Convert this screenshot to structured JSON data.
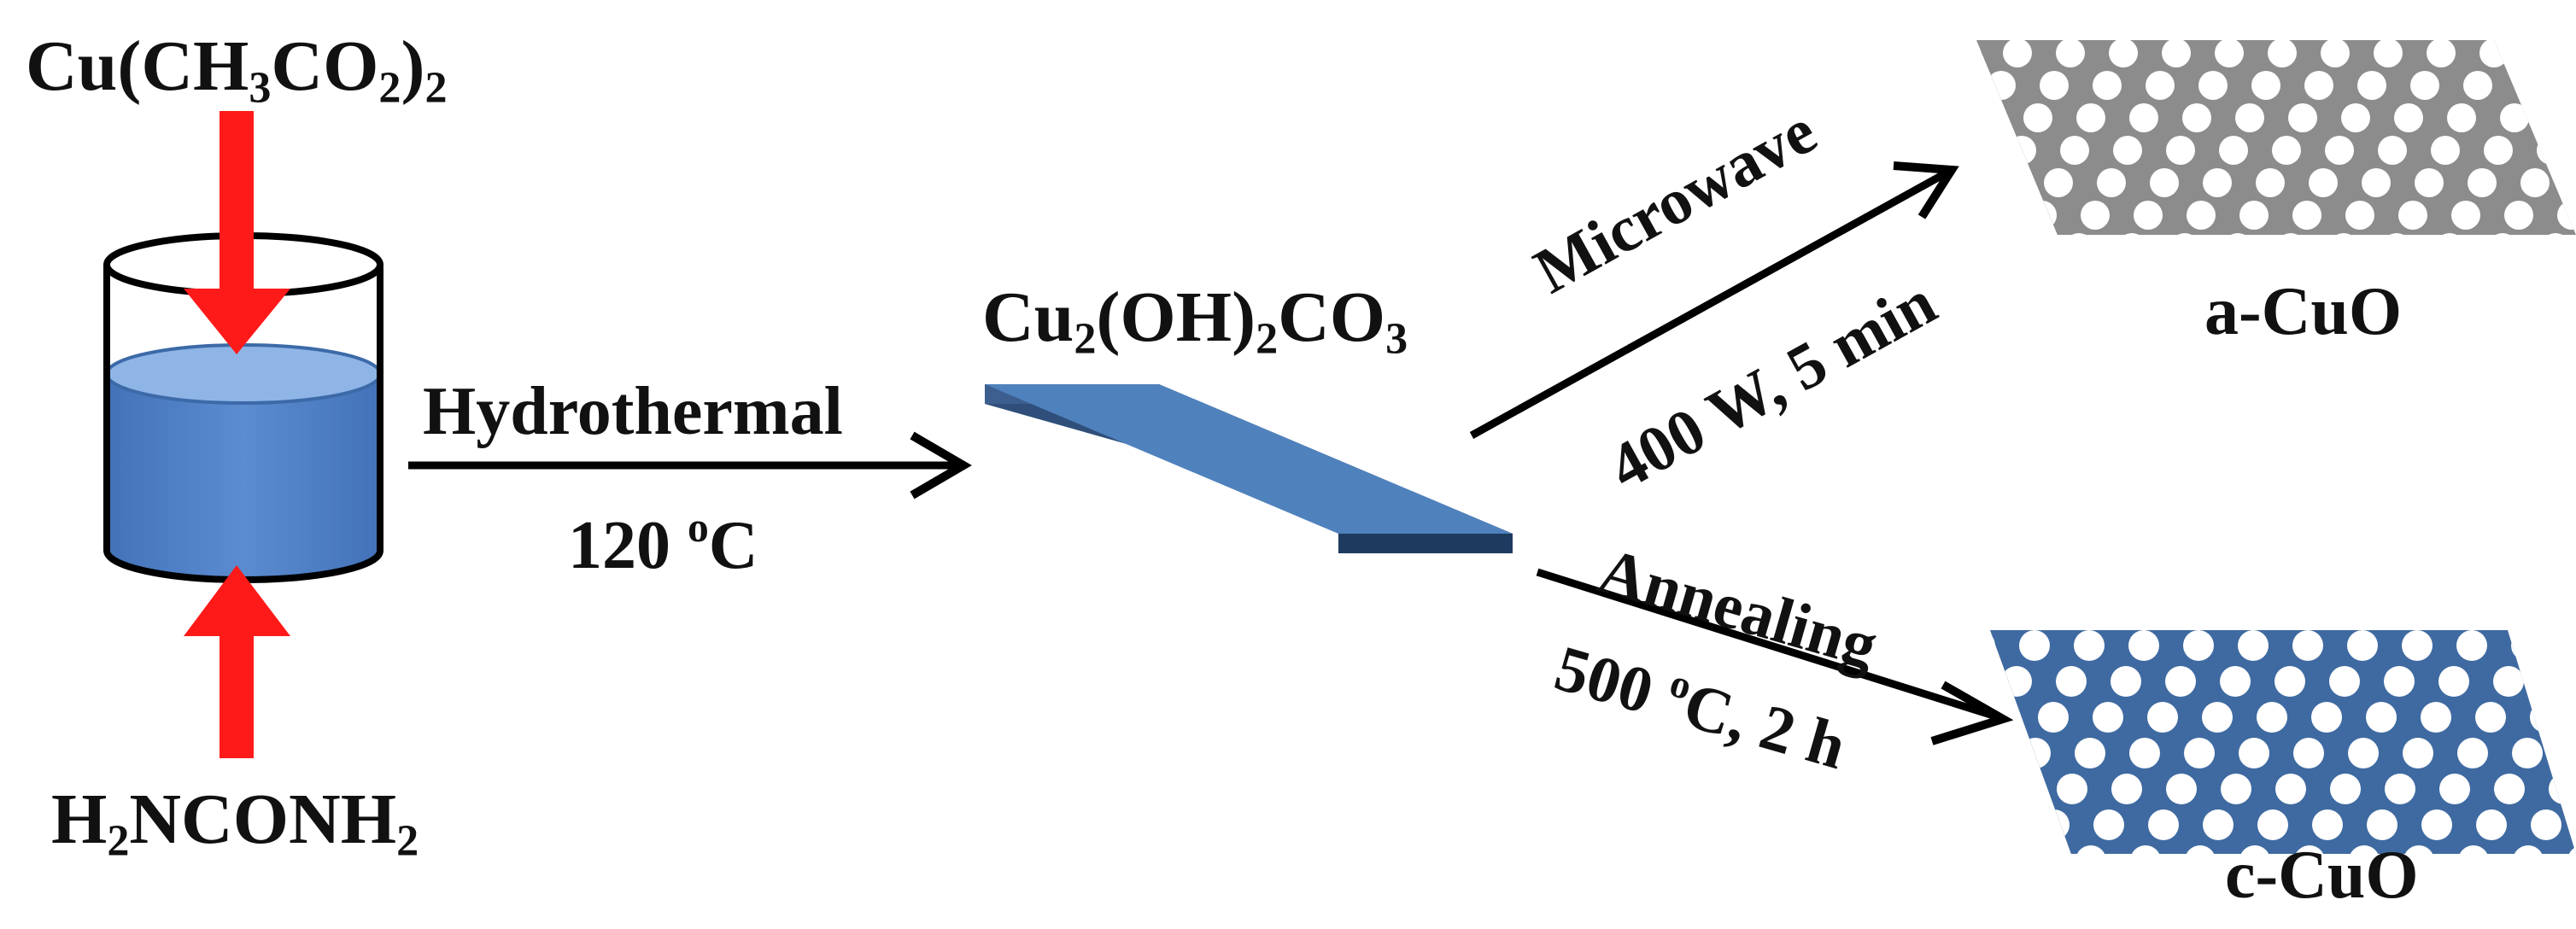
{
  "colors": {
    "reagent_arrow": "#ff1a1a",
    "liquid": "#4f7fc4",
    "liquid_top": "#8fb4e6",
    "precursor_plate": "#4f81bd",
    "amorphous_plate": "#8c8c8c",
    "crystalline_plate": "#3f6aa1",
    "pore": "#ffffff",
    "process_arrow": "#000000"
  },
  "reagents": {
    "top": {
      "pre": "Cu(CH",
      "s1": "3",
      "mid": "CO",
      "s2": "2",
      "end": ")",
      "s3": "2"
    },
    "bottom": {
      "pre": "H",
      "s1": "2",
      "mid": "NCONH",
      "s2": "2"
    }
  },
  "step1": {
    "label": "Hydrothermal",
    "temp_value": "120 ",
    "temp_sup": "o",
    "temp_unit": "C"
  },
  "precursor": {
    "pre": "Cu",
    "s1": "2",
    "mid": "(OH)",
    "s2": "2",
    "end": "CO",
    "s3": "3"
  },
  "branch_microwave": {
    "line1": "Microwave",
    "line2": "400 W, 5 min",
    "product": "a-CuO"
  },
  "branch_annealing": {
    "line1": "Annealing",
    "line2_pre": "500 ",
    "line2_sup": "o",
    "line2_post": "C, 2 h",
    "product": "c-CuO"
  },
  "icons": {
    "vessel": "beaker-icon",
    "plate": "sheet-icon",
    "porous_plate": "porous-sheet-icon"
  }
}
